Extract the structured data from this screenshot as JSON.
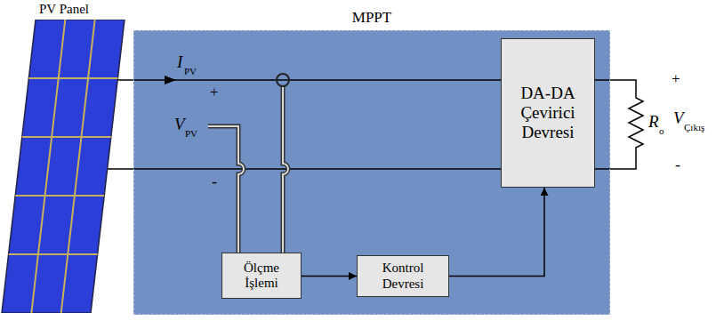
{
  "diagram": {
    "nodes": [
      {
        "text": [
          "PV Panel"
        ]
      },
      {
        "text": [
          "MPPT"
        ]
      },
      {
        "text": [
          "DA-DA Çevirici Devresi"
        ],
        "in": 1
      },
      {
        "text": [
          "Ölçme İşlemi"
        ],
        "in": 1
      },
      {
        "text": [
          "Kontrol Devresi"
        ],
        "in": 1
      }
    ],
    "edges": [
      {
        "from": 0,
        "to": 2,
        "arrow": "none"
      },
      {
        "from": 0,
        "to": 2,
        "arrow": "none"
      },
      {
        "from": 3,
        "to": 4,
        "arrow": "to"
      },
      {
        "from": 4,
        "to": 2,
        "arrow": "to"
      }
    ],
    "labels": [
      "I",
      "PV",
      "+",
      "V",
      "PV",
      "-",
      "R",
      "o",
      "+",
      "V",
      "Çıkış",
      "-"
    ]
  }
}
